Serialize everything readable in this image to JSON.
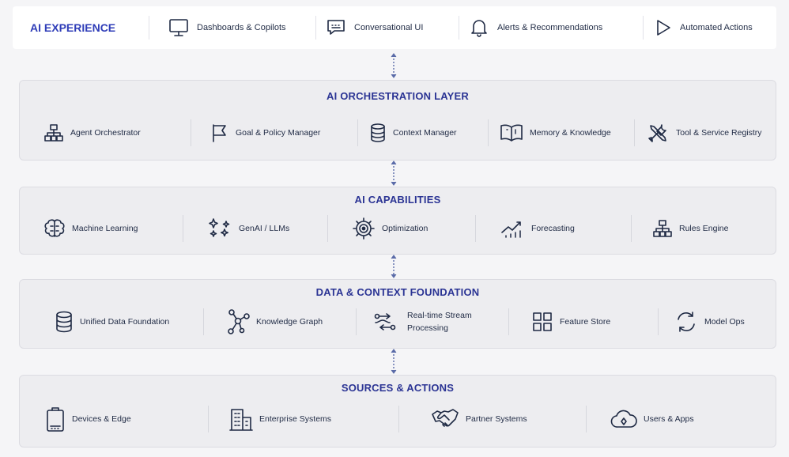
{
  "experience": {
    "title": "AI EXPERIENCE",
    "items": [
      {
        "label": "Dashboards & Copilots",
        "icon": "monitor-icon"
      },
      {
        "label": "Conversational UI",
        "icon": "chat-icon"
      },
      {
        "label": "Alerts & Recommendations",
        "icon": "bell-icon"
      },
      {
        "label": "Automated Actions",
        "icon": "play-icon"
      }
    ]
  },
  "orchestration": {
    "title": "AI ORCHESTRATION LAYER",
    "items": [
      {
        "label": "Agent Orchestrator",
        "icon": "hierarchy-icon"
      },
      {
        "label": "Goal & Policy Manager",
        "icon": "flag-icon"
      },
      {
        "label": "Context Manager",
        "icon": "database-icon"
      },
      {
        "label": "Memory & Knowledge",
        "icon": "book-icon"
      },
      {
        "label": "Tool & Service Registry",
        "icon": "tools-icon"
      }
    ]
  },
  "capabilities": {
    "title": "AI CAPABILITIES",
    "items": [
      {
        "label": "Machine Learning",
        "icon": "brain-icon"
      },
      {
        "label": "GenAI / LLMs",
        "icon": "sparkles-icon"
      },
      {
        "label": "Optimization",
        "icon": "target-gear-icon"
      },
      {
        "label": "Forecasting",
        "icon": "trend-chart-icon"
      },
      {
        "label": "Rules Engine",
        "icon": "hierarchy-icon"
      }
    ]
  },
  "foundation": {
    "title": "DATA & CONTEXT FOUNDATION",
    "items": [
      {
        "label": "Unified Data Foundation",
        "icon": "database-icon"
      },
      {
        "label": "Knowledge Graph",
        "icon": "graph-nodes-icon"
      },
      {
        "label": "Real-time Stream Processing",
        "label1": "Real-time Stream",
        "label2": "Processing",
        "icon": "stream-icon"
      },
      {
        "label": "Feature Store",
        "icon": "grid-icon"
      },
      {
        "label": "Model Ops",
        "icon": "cycle-icon"
      }
    ]
  },
  "sources": {
    "title": "SOURCES & ACTIONS",
    "items": [
      {
        "label": "Devices & Edge",
        "icon": "device-icon"
      },
      {
        "label": "Enterprise Systems",
        "icon": "building-icon"
      },
      {
        "label": "Partner Systems",
        "icon": "handshake-icon"
      },
      {
        "label": "Users & Apps",
        "icon": "cloud-icon"
      }
    ]
  },
  "colors": {
    "title_accent": "#2b3494",
    "experience_title": "#2f3db8",
    "connector": "#5a6ba8",
    "background": "#f5f5f7",
    "layer_fill": "#ededf0"
  }
}
